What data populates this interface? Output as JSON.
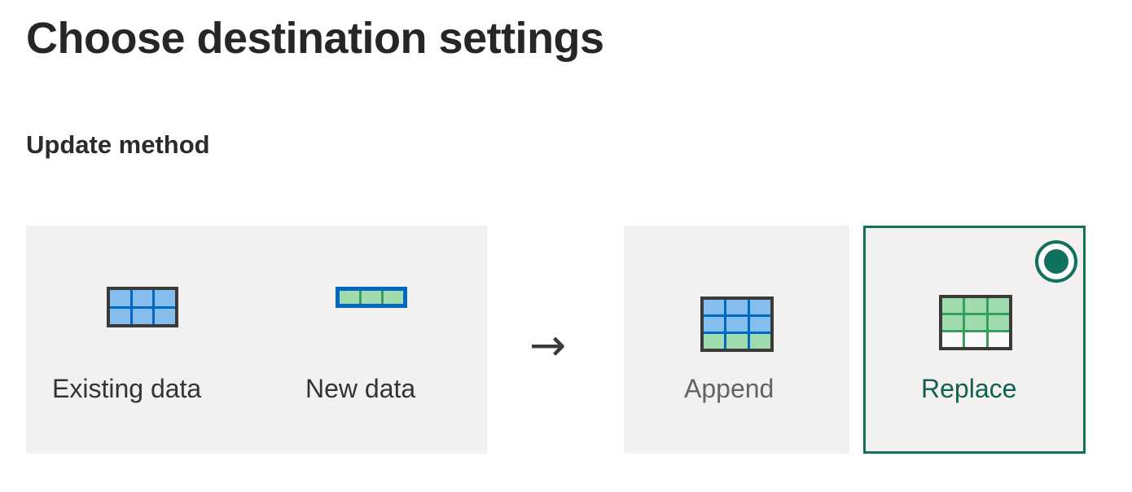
{
  "page": {
    "title": "Choose destination settings",
    "section_title": "Update method",
    "background_color": "#ffffff"
  },
  "colors": {
    "tile_background": "#f2f1f0",
    "selected_accent": "#10715c",
    "existing_cell": "#85bdec",
    "existing_gridline": "#0068c0",
    "new_cell": "#9fdbaf",
    "new_gridline": "#35a05a",
    "icon_border": "#3b3a39",
    "label_default": "#333333",
    "label_unselected": "#636363",
    "label_selected": "#116152",
    "empty_cell": "#fafafa"
  },
  "source_panel": {
    "name": "source-data-panel",
    "existing": {
      "label": "Existing data",
      "icon_name": "grid-3x2-blue-icon",
      "columns": 3,
      "rows": 2,
      "fill": "blue"
    },
    "new": {
      "label": "New data",
      "icon_name": "grid-3x1-green-icon",
      "columns": 3,
      "rows": 1,
      "fill": "green"
    }
  },
  "arrow": {
    "glyph": "→",
    "icon_name": "arrow-right-icon"
  },
  "options": [
    {
      "id": "append",
      "label": "Append",
      "selected": false,
      "icon_name": "grid-append-icon",
      "icon_columns": 3,
      "icon_rows": 3,
      "icon_row_fills": [
        "blue",
        "blue",
        "green"
      ]
    },
    {
      "id": "replace",
      "label": "Replace",
      "selected": true,
      "icon_name": "grid-replace-icon",
      "icon_columns": 3,
      "icon_rows": 3,
      "icon_row_fills": [
        "green",
        "green",
        "empty"
      ],
      "radio_state": "checked"
    }
  ]
}
